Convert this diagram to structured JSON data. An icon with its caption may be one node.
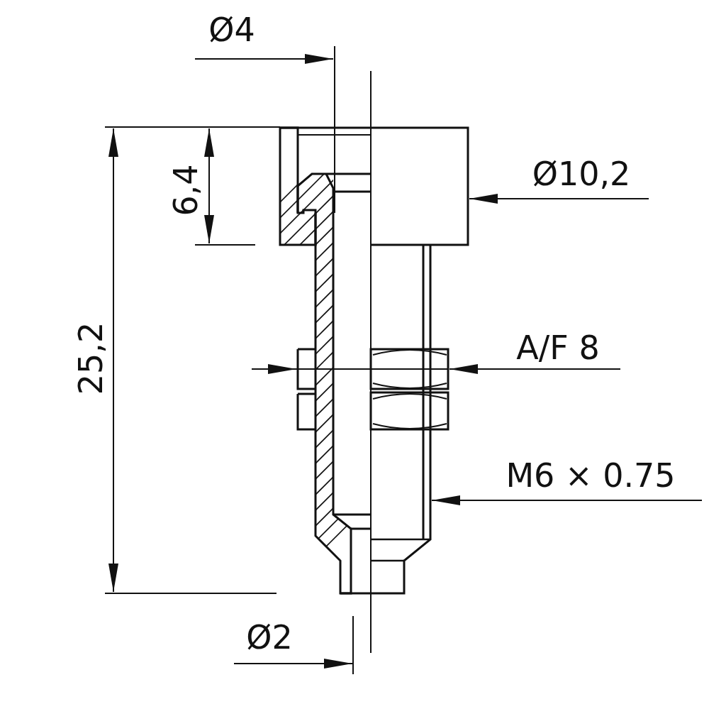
{
  "diagram": {
    "labels": [
      "Ø4",
      "6,4",
      "25,2",
      "Ø10,2",
      "A/F 8",
      "M6 × 0.75",
      "Ø2"
    ]
  }
}
